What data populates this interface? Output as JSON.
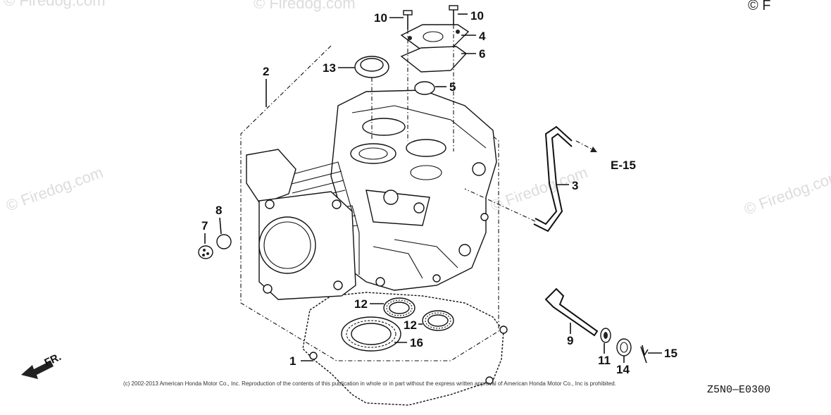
{
  "watermarks": [
    "© Firedog.com",
    "© Firedog.com",
    "© Firedog.com",
    "© Firedog.com",
    "© Firedog.com",
    "© F"
  ],
  "callouts": [
    "1",
    "2",
    "3",
    "4",
    "5",
    "6",
    "7",
    "8",
    "9",
    "10",
    "10",
    "11",
    "12",
    "12",
    "13",
    "14",
    "15",
    "16"
  ],
  "reference": "E-15",
  "front_indicator": "FR.",
  "copyright": "(c) 2002-2013 American Honda Motor Co., Inc. Reproduction of the contents of this publication in whole or in part without the express written approval of American Honda Motor Co., Inc is prohibited.",
  "diagram_code": "Z5N0—E0300"
}
